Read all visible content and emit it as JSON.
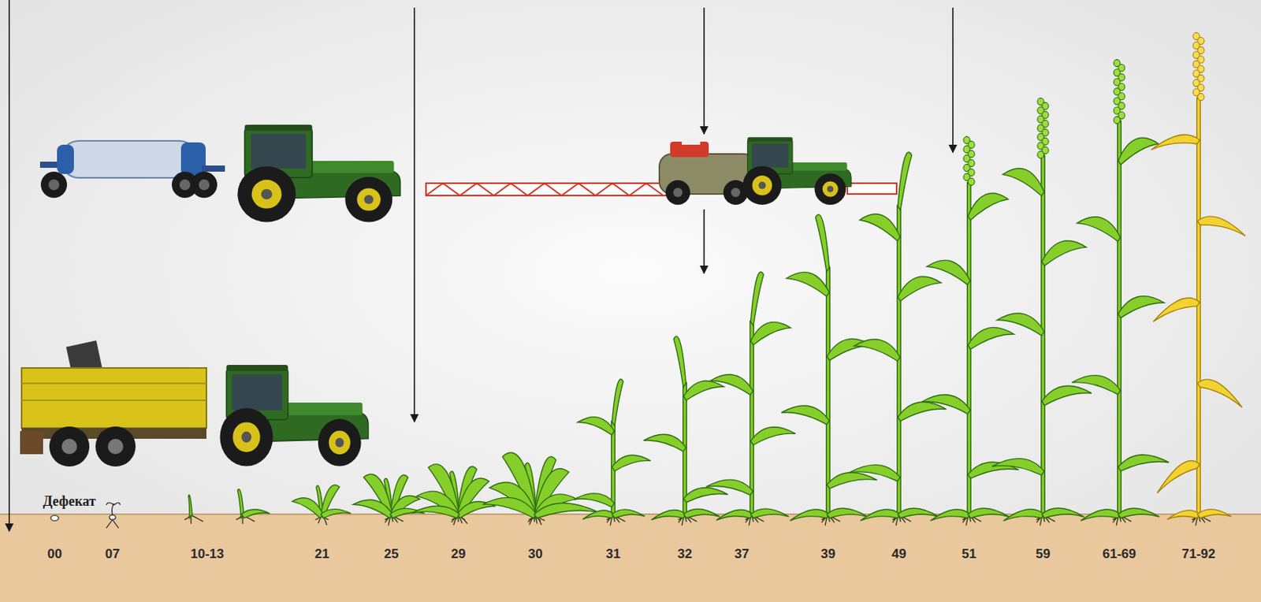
{
  "diagram": {
    "labels": [
      "Дефекат",
      "00",
      "07",
      "10-13",
      "21",
      "25",
      "29",
      "30",
      "31",
      "32",
      "37",
      "39",
      "49",
      "51",
      "59",
      "61-69",
      "71-92"
    ]
  }
}
